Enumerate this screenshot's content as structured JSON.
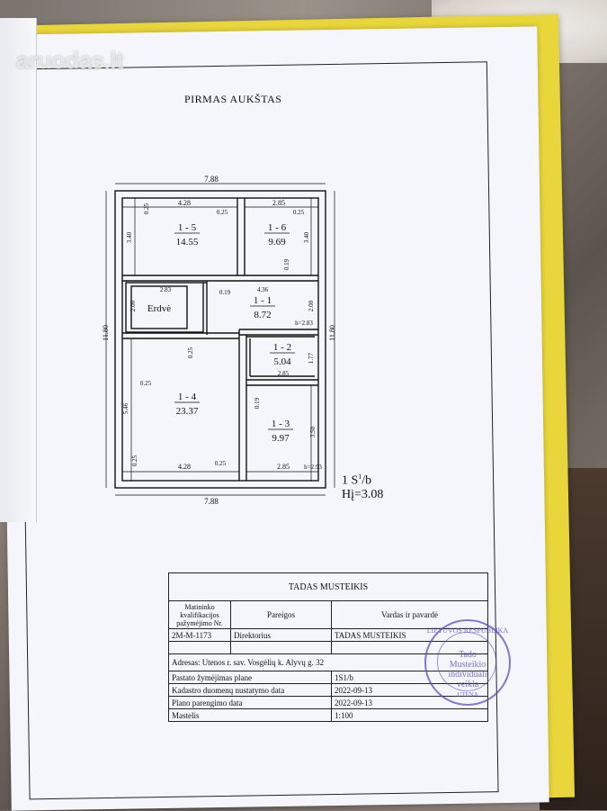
{
  "watermark": "aruodas.lt",
  "plan": {
    "title": "PIRMAS AUKŠTAS",
    "dims": {
      "top_total": "7.88",
      "bottom_total": "7.88",
      "left_total": "11.80",
      "right_total": "11.80",
      "top_left": "4.28",
      "top_right": "2.85",
      "bottom_left": "4.28",
      "bottom_right": "2.85",
      "wall_a": "0.25",
      "wall_b": "0.25",
      "wall_c": "0.25",
      "wall_d": "0.25",
      "wall_e": "0.25",
      "wall_f": "0.25",
      "wall_g": "0.25",
      "wall_h": "0.19",
      "wall_i": "0.19",
      "wall_j": "0.19",
      "h_15": "3.40",
      "h_16": "3.40",
      "w_erdve": "2.83",
      "h_erdve": "2.00",
      "w_11": "4.36",
      "h_11": "2.00",
      "hh_11": "h=2.83",
      "h_12": "1.77",
      "w_12": "2.85",
      "h_14": "5.46",
      "h_13": "3.50",
      "hh_13": "h=2.93"
    },
    "rooms": [
      {
        "id": "1 - 5",
        "area": "14.55"
      },
      {
        "id": "1 - 6",
        "area": "9.69"
      },
      {
        "id": "1 - 1",
        "area": "8.72"
      },
      {
        "id": "1 - 2",
        "area": "5.04"
      },
      {
        "id": "1 - 4",
        "area": "23.37"
      },
      {
        "id": "1 - 3",
        "area": "9.97"
      }
    ],
    "erdve": "Erdvė",
    "scale_line1": "1 S",
    "scale_sup": "1",
    "scale_line1b": "/b",
    "scale_line2": "Hį=3.08"
  },
  "titleblock": {
    "company": "TADAS MUSTEIKIS",
    "col1_header": "Matininko kvalifikacijos pažymėjimo Nr.",
    "col2_header": "Pareigos",
    "col3_header": "Vardas ir pavardė",
    "cert_no": "2M-M-1173",
    "position": "Direktorius",
    "name": "TADAS MUSTEIKIS",
    "address": "Adresas: Utenos r. sav. Vosgėlių k. Alyvų g. 32",
    "rows": [
      {
        "label": "Pastato žymėjimas plane",
        "value": "1S1/b"
      },
      {
        "label": "Kadastro duomenų nustatymo data",
        "value": "2022-09-13"
      },
      {
        "label": "Plano parengimo data",
        "value": "2022-09-13"
      },
      {
        "label": "Mastelis",
        "value": "1:100"
      }
    ]
  },
  "stamp": {
    "top": "LIETUVOS RESPUBLIKA",
    "line1": "Tado",
    "line2": "Musteikio",
    "line3": "individuali",
    "line4": "veikla",
    "bottom": "UTENA"
  },
  "colors": {
    "folder": "#e9d63a",
    "paper": "#f4f6fb",
    "stamp": "#5a50be"
  }
}
